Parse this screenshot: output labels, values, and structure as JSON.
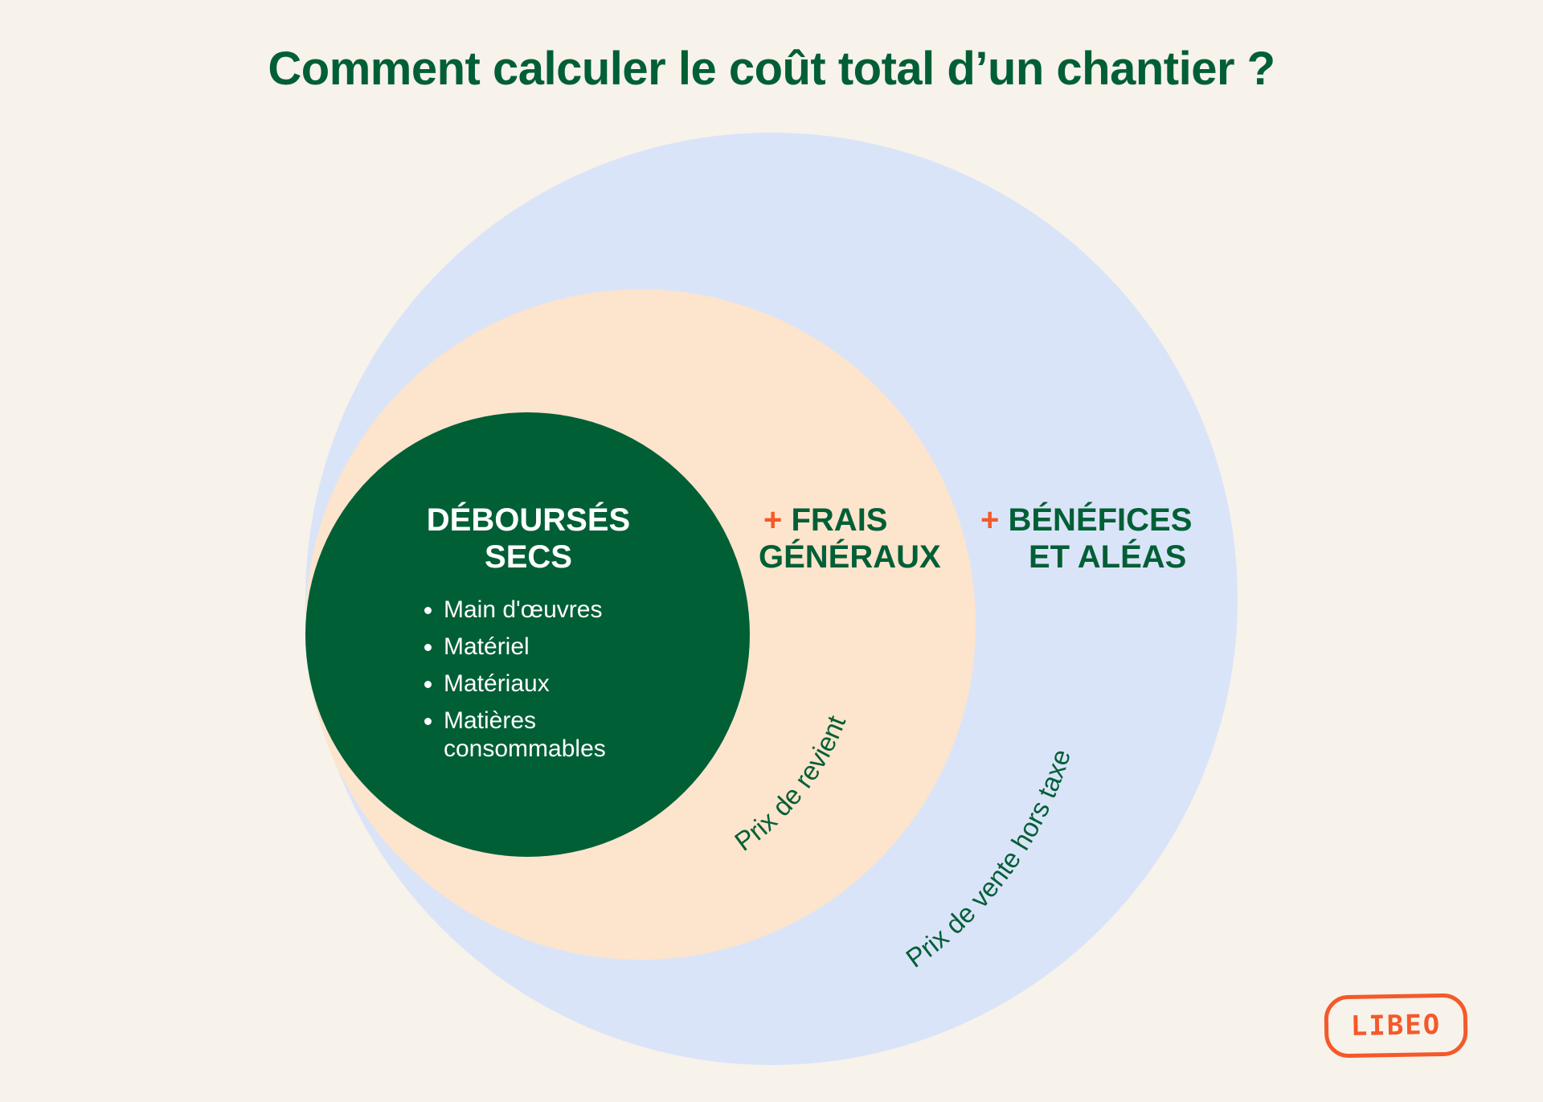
{
  "title": "Comment calculer le coût total d’un chantier ?",
  "colors": {
    "background": "#f7f2ea",
    "outer_circle": "#dae4f8",
    "middle_circle": "#fde4cc",
    "inner_circle": "#015f36",
    "text_green": "#015f36",
    "accent_orange": "#f5592a"
  },
  "inner": {
    "title_line1": "DÉBOURSÉS",
    "title_line2": "SECS",
    "items": [
      "Main d'œuvres",
      "Matériel",
      "Matériaux",
      "Matières",
      "consommables"
    ]
  },
  "middle": {
    "plus": "+",
    "line1": "FRAIS",
    "line2": "GÉNÉRAUX",
    "arc_label": "Prix de revient"
  },
  "outer": {
    "plus": "+",
    "line1": "BÉNÉFICES",
    "line2": "ET ALÉAS",
    "arc_label": "Prix de vente hors taxe"
  },
  "logo": {
    "text": "LIBEO"
  }
}
